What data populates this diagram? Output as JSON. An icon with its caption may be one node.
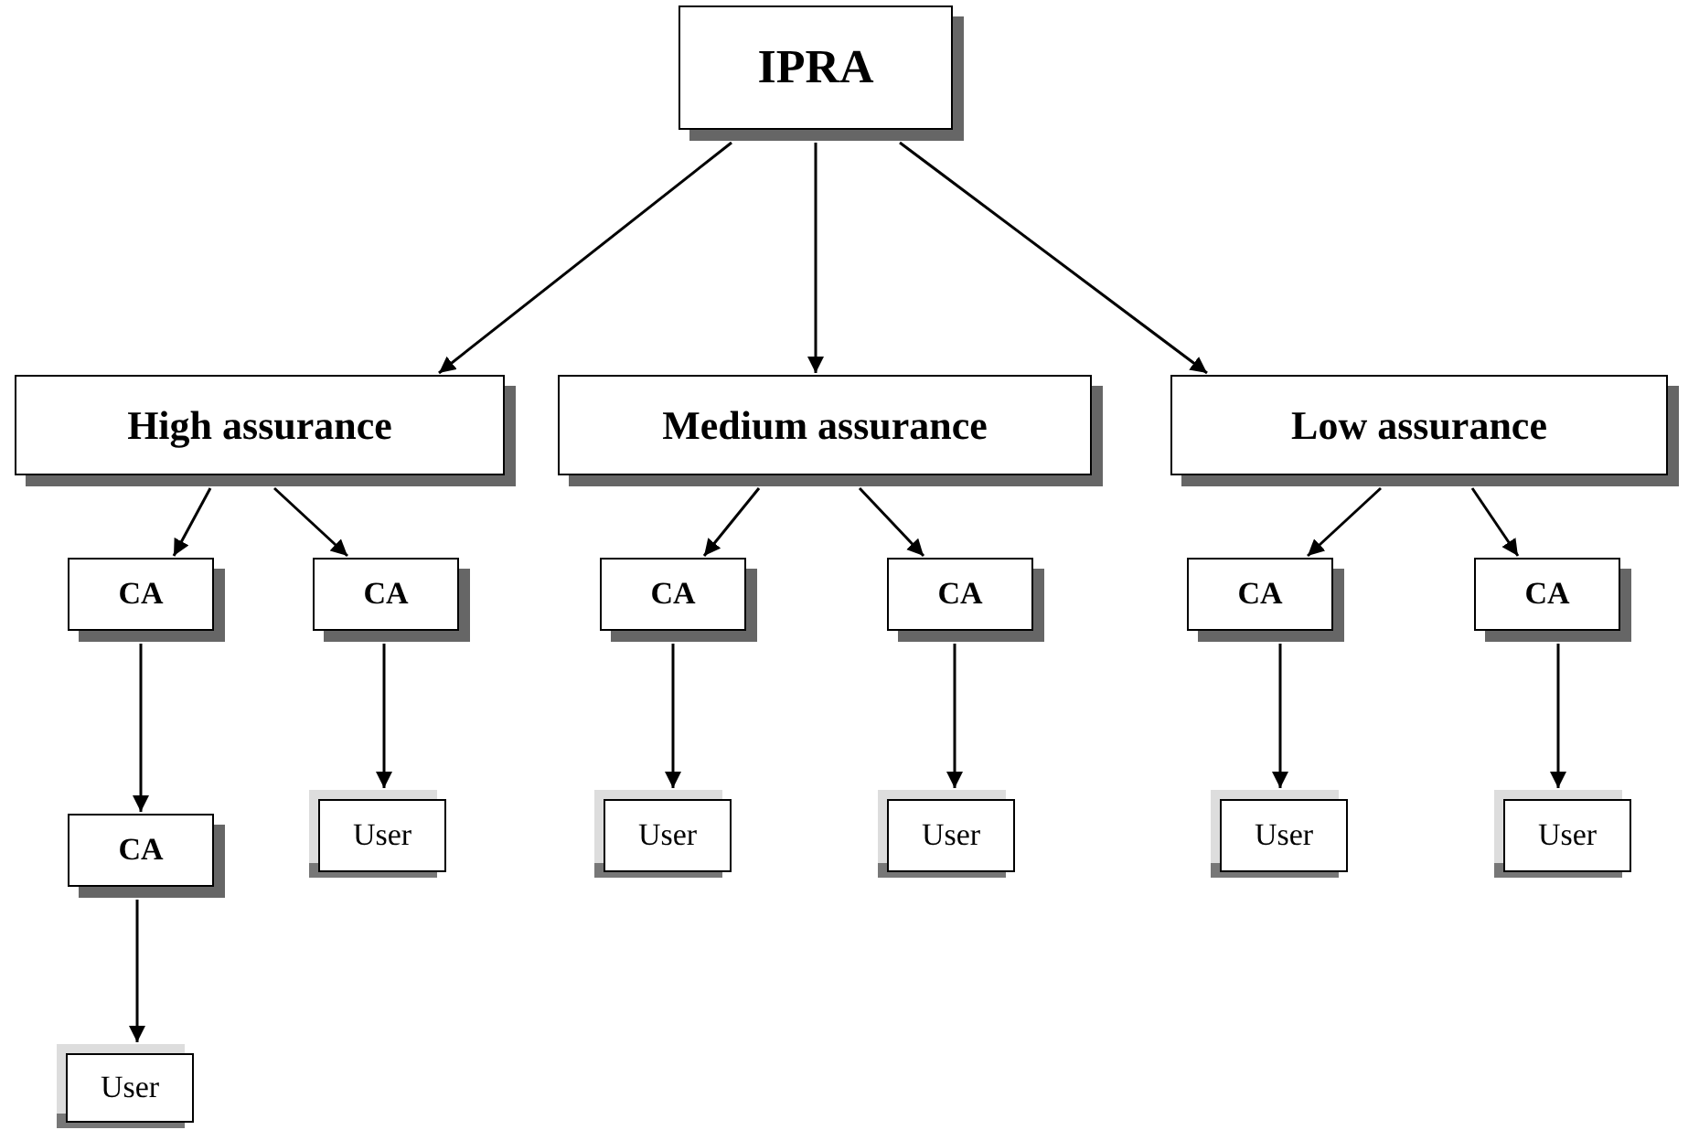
{
  "diagram": {
    "nodes": [
      {
        "text": [
          "IPRA"
        ]
      },
      {
        "text": [
          "High assurance"
        ]
      },
      {
        "text": [
          "Medium assurance"
        ]
      },
      {
        "text": [
          "Low assurance"
        ]
      },
      {
        "text": [
          "CA"
        ]
      },
      {
        "text": [
          "CA"
        ]
      },
      {
        "text": [
          "CA"
        ]
      },
      {
        "text": [
          "CA"
        ]
      },
      {
        "text": [
          "CA"
        ]
      },
      {
        "text": [
          "CA"
        ]
      },
      {
        "text": [
          "CA"
        ]
      },
      {
        "text": [
          "User"
        ]
      },
      {
        "text": [
          "User"
        ]
      },
      {
        "text": [
          "User"
        ]
      },
      {
        "text": [
          "User"
        ]
      },
      {
        "text": [
          "User"
        ]
      },
      {
        "text": [
          "User"
        ]
      }
    ],
    "edges": [
      {
        "from": 0,
        "to": 1,
        "arrow": "to"
      },
      {
        "from": 0,
        "to": 2,
        "arrow": "to"
      },
      {
        "from": 0,
        "to": 3,
        "arrow": "to"
      },
      {
        "from": 1,
        "to": 4,
        "arrow": "to"
      },
      {
        "from": 1,
        "to": 5,
        "arrow": "to"
      },
      {
        "from": 2,
        "to": 6,
        "arrow": "to"
      },
      {
        "from": 2,
        "to": 7,
        "arrow": "to"
      },
      {
        "from": 3,
        "to": 8,
        "arrow": "to"
      },
      {
        "from": 3,
        "to": 9,
        "arrow": "to"
      },
      {
        "from": 4,
        "to": 10,
        "arrow": "to"
      },
      {
        "from": 5,
        "to": 11,
        "arrow": "to"
      },
      {
        "from": 6,
        "to": 12,
        "arrow": "to"
      },
      {
        "from": 7,
        "to": 13,
        "arrow": "to"
      },
      {
        "from": 8,
        "to": 14,
        "arrow": "to"
      },
      {
        "from": 9,
        "to": 15,
        "arrow": "to"
      },
      {
        "from": 10,
        "to": 16,
        "arrow": "to"
      }
    ]
  }
}
